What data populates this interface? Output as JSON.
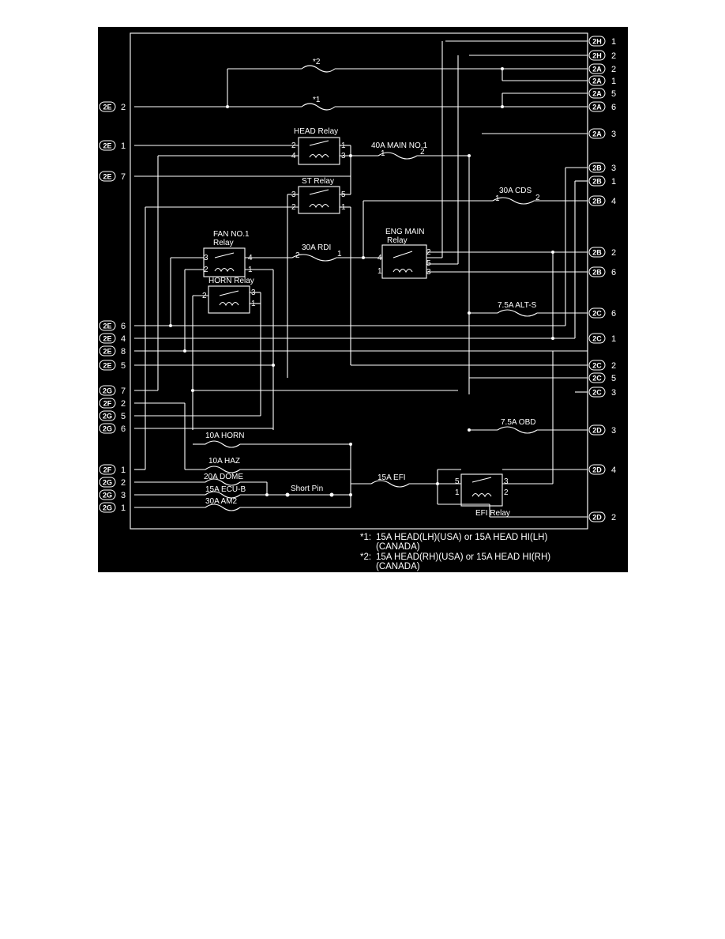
{
  "diagram": {
    "left_connectors": [
      {
        "id": "2E",
        "pin": "2"
      },
      {
        "id": "2E",
        "pin": "1"
      },
      {
        "id": "2E",
        "pin": "7"
      },
      {
        "id": "2E",
        "pin": "6"
      },
      {
        "id": "2E",
        "pin": "4"
      },
      {
        "id": "2E",
        "pin": "8"
      },
      {
        "id": "2E",
        "pin": "5"
      },
      {
        "id": "2G",
        "pin": "7"
      },
      {
        "id": "2F",
        "pin": "2"
      },
      {
        "id": "2G",
        "pin": "5"
      },
      {
        "id": "2G",
        "pin": "6"
      },
      {
        "id": "2F",
        "pin": "1"
      },
      {
        "id": "2G",
        "pin": "2"
      },
      {
        "id": "2G",
        "pin": "3"
      },
      {
        "id": "2G",
        "pin": "1"
      }
    ],
    "right_connectors": [
      {
        "id": "2H",
        "pin": "1"
      },
      {
        "id": "2H",
        "pin": "2"
      },
      {
        "id": "2A",
        "pin": "2"
      },
      {
        "id": "2A",
        "pin": "1"
      },
      {
        "id": "2A",
        "pin": "5"
      },
      {
        "id": "2A",
        "pin": "6"
      },
      {
        "id": "2A",
        "pin": "3"
      },
      {
        "id": "2B",
        "pin": "3"
      },
      {
        "id": "2B",
        "pin": "1"
      },
      {
        "id": "2B",
        "pin": "4"
      },
      {
        "id": "2B",
        "pin": "2"
      },
      {
        "id": "2B",
        "pin": "6"
      },
      {
        "id": "2C",
        "pin": "6"
      },
      {
        "id": "2C",
        "pin": "1"
      },
      {
        "id": "2C",
        "pin": "2"
      },
      {
        "id": "2C",
        "pin": "5"
      },
      {
        "id": "2C",
        "pin": "3"
      },
      {
        "id": "2D",
        "pin": "3"
      },
      {
        "id": "2D",
        "pin": "4"
      },
      {
        "id": "2D",
        "pin": "2"
      }
    ],
    "fuses": [
      {
        "label": "*2"
      },
      {
        "label": "*1"
      },
      {
        "label": "40A MAIN NO.1",
        "pin_a": "1",
        "pin_b": "2"
      },
      {
        "label": "30A CDS",
        "pin_a": "1",
        "pin_b": "2"
      },
      {
        "label": "30A RDI",
        "pin_a": "2",
        "pin_b": "1"
      },
      {
        "label": "7.5A ALT-S"
      },
      {
        "label": "7.5A OBD"
      },
      {
        "label": "10A HORN"
      },
      {
        "label": "10A HAZ"
      },
      {
        "label": "20A DOME"
      },
      {
        "label": "15A ECU-B"
      },
      {
        "label": "30A AM2"
      },
      {
        "label": "15A EFI"
      }
    ],
    "relays": [
      {
        "label": "HEAD Relay",
        "pins": [
          "2",
          "4",
          "1",
          "3"
        ]
      },
      {
        "label": "ST Relay",
        "pins": [
          "3",
          "2",
          "5",
          "1"
        ]
      },
      {
        "label_lines": [
          "FAN NO.1",
          "Relay"
        ],
        "pins": [
          "3",
          "2",
          "4",
          "1"
        ]
      },
      {
        "label": "HORN Relay",
        "pins": [
          "2",
          "3",
          "1"
        ]
      },
      {
        "label_lines": [
          "ENG MAIN",
          "Relay"
        ],
        "pins": [
          "4",
          "1",
          "2",
          "5",
          "3"
        ]
      },
      {
        "label": "EFI Relay",
        "pins": [
          "5",
          "1",
          "3",
          "2"
        ]
      }
    ],
    "short_pin": "Short Pin",
    "notes": [
      {
        "mark": "*1:",
        "text": "15A HEAD(LH)(USA) or 15A HEAD HI(LH)",
        "cont": "(CANADA)"
      },
      {
        "mark": "*2:",
        "text": "15A HEAD(RH)(USA) or 15A HEAD HI(RH)",
        "cont": "(CANADA)"
      }
    ],
    "colors": {
      "background": "#000000",
      "line": "#ffffff"
    }
  }
}
